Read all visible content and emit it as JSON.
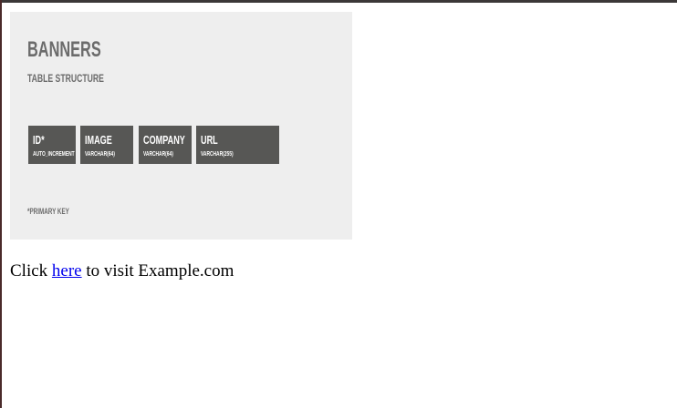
{
  "card": {
    "title": "BANNERS",
    "subtitle": "TABLE STRUCTURE",
    "fields": [
      {
        "name": "ID*",
        "type": "AUTO_INCREMENT"
      },
      {
        "name": "IMAGE",
        "type": "VARCHAR(64)"
      },
      {
        "name": "COMPANY",
        "type": "VARCHAR(64)"
      },
      {
        "name": "URL",
        "type": "VARCHAR(255)"
      }
    ],
    "footnote": "*PRIMARY KEY"
  },
  "message": {
    "prefix": "Click ",
    "link_text": "here",
    "suffix": " to visit Example.com"
  },
  "colors": {
    "card_background": "#eeeeee",
    "field_background": "#575755",
    "heading_text": "#6b6b6b",
    "link": "#0000ee"
  }
}
